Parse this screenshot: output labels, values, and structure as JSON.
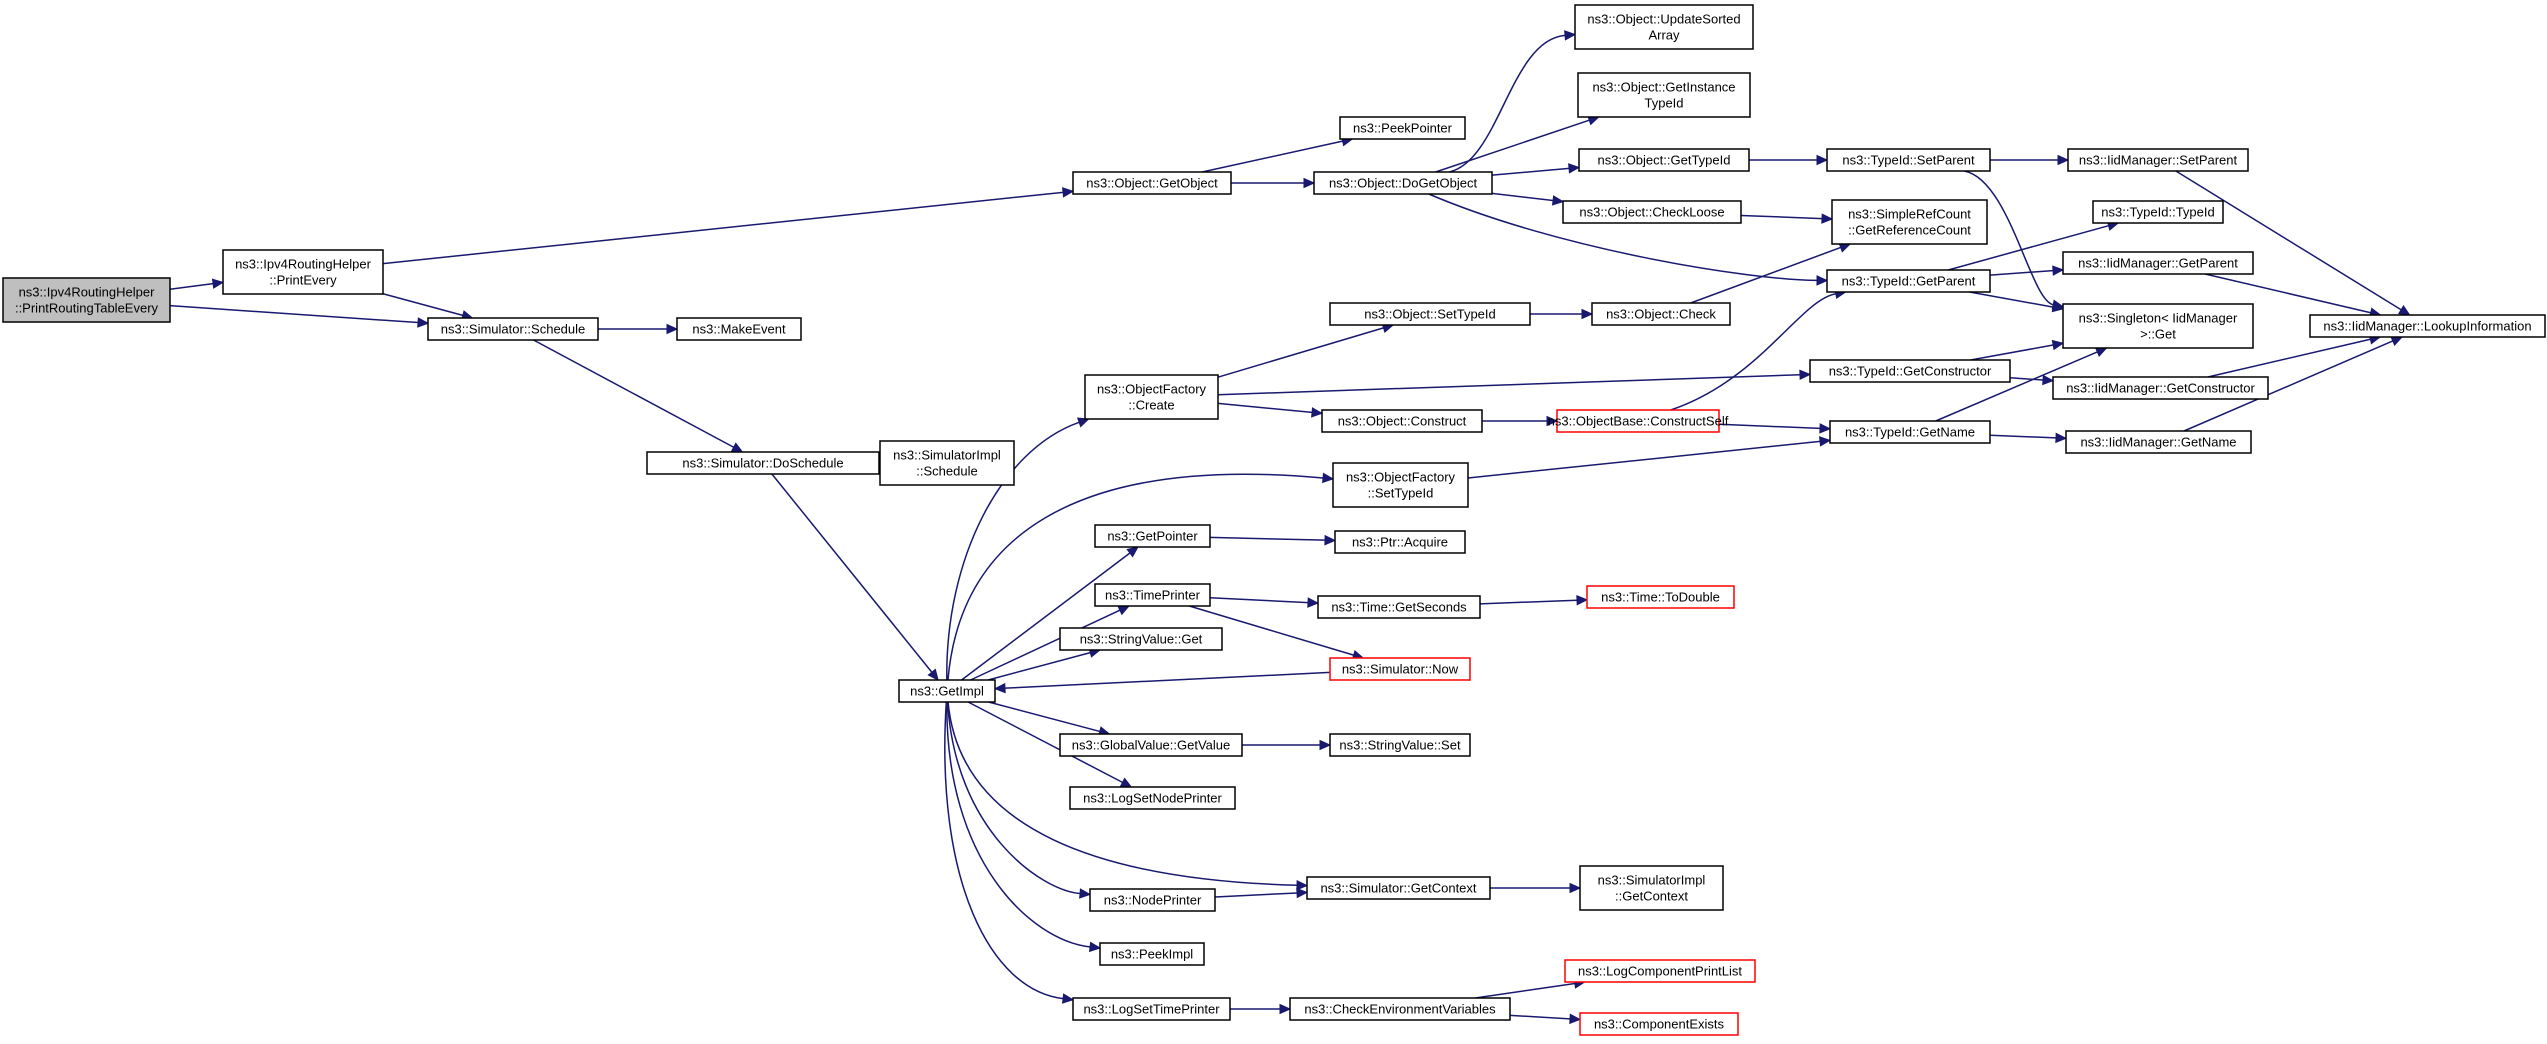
{
  "colors": {
    "edge": "#191970",
    "root_fill": "#bfbfbf",
    "truncated_border": "#ff0000",
    "node_border": "#000000"
  },
  "nodes": [
    {
      "id": "root",
      "lines": [
        "ns3::Ipv4RoutingHelper",
        "::PrintRoutingTableEvery"
      ],
      "kind": "root"
    },
    {
      "id": "printevery",
      "lines": [
        "ns3::Ipv4RoutingHelper",
        "::PrintEvery"
      ]
    },
    {
      "id": "schedule",
      "lines": [
        "ns3::Simulator::Schedule"
      ]
    },
    {
      "id": "getobject",
      "lines": [
        "ns3::Object::GetObject"
      ]
    },
    {
      "id": "makeevent",
      "lines": [
        "ns3::MakeEvent"
      ]
    },
    {
      "id": "doschedule",
      "lines": [
        "ns3::Simulator::DoSchedule"
      ]
    },
    {
      "id": "simimpl_schedule",
      "lines": [
        "ns3::SimulatorImpl",
        "::Schedule"
      ]
    },
    {
      "id": "getimpl",
      "lines": [
        "ns3::GetImpl"
      ]
    },
    {
      "id": "peekpointer",
      "lines": [
        "ns3::PeekPointer"
      ]
    },
    {
      "id": "dogetobject",
      "lines": [
        "ns3::Object::DoGetObject"
      ]
    },
    {
      "id": "updatesorted",
      "lines": [
        "ns3::Object::UpdateSorted",
        "Array"
      ]
    },
    {
      "id": "getinstance",
      "lines": [
        "ns3::Object::GetInstance",
        "TypeId"
      ]
    },
    {
      "id": "obj_gettypeid",
      "lines": [
        "ns3::Object::GetTypeId"
      ]
    },
    {
      "id": "checkloose",
      "lines": [
        "ns3::Object::CheckLoose"
      ]
    },
    {
      "id": "typeid_setparent",
      "lines": [
        "ns3::TypeId::SetParent"
      ]
    },
    {
      "id": "lid_setparent",
      "lines": [
        "ns3::IidManager::SetParent"
      ]
    },
    {
      "id": "simplerefcount",
      "lines": [
        "ns3::SimpleRefCount",
        "::GetReferenceCount"
      ]
    },
    {
      "id": "typeid_typeid",
      "lines": [
        "ns3::TypeId::TypeId"
      ]
    },
    {
      "id": "typeid_getparent",
      "lines": [
        "ns3::TypeId::GetParent"
      ]
    },
    {
      "id": "lid_getparent",
      "lines": [
        "ns3::IidManager::GetParent"
      ]
    },
    {
      "id": "singleton",
      "lines": [
        "ns3::Singleton< IidManager",
        ">::Get"
      ]
    },
    {
      "id": "lookup",
      "lines": [
        "ns3::IidManager::LookupInformation"
      ]
    },
    {
      "id": "settypeid",
      "lines": [
        "ns3::Object::SetTypeId"
      ]
    },
    {
      "id": "obj_check",
      "lines": [
        "ns3::Object::Check"
      ]
    },
    {
      "id": "factory_create",
      "lines": [
        "ns3::ObjectFactory",
        "::Create"
      ]
    },
    {
      "id": "typeid_getconstructor",
      "lines": [
        "ns3::TypeId::GetConstructor"
      ]
    },
    {
      "id": "lid_getconstructor",
      "lines": [
        "ns3::IidManager::GetConstructor"
      ]
    },
    {
      "id": "obj_construct",
      "lines": [
        "ns3::Object::Construct"
      ]
    },
    {
      "id": "constructself",
      "lines": [
        "ns3::ObjectBase::ConstructSelf"
      ],
      "kind": "trunc"
    },
    {
      "id": "typeid_getname",
      "lines": [
        "ns3::TypeId::GetName"
      ]
    },
    {
      "id": "lid_getname",
      "lines": [
        "ns3::IidManager::GetName"
      ]
    },
    {
      "id": "factory_settypeid",
      "lines": [
        "ns3::ObjectFactory",
        "::SetTypeId"
      ]
    },
    {
      "id": "getpointer",
      "lines": [
        "ns3::GetPointer"
      ]
    },
    {
      "id": "ptr_acquire",
      "lines": [
        "ns3::Ptr::Acquire"
      ]
    },
    {
      "id": "timeprinter",
      "lines": [
        "ns3::TimePrinter"
      ]
    },
    {
      "id": "getseconds",
      "lines": [
        "ns3::Time::GetSeconds"
      ]
    },
    {
      "id": "todouble",
      "lines": [
        "ns3::Time::ToDouble"
      ],
      "kind": "trunc"
    },
    {
      "id": "stringvalue_get",
      "lines": [
        "ns3::StringValue::Get"
      ]
    },
    {
      "id": "sim_now",
      "lines": [
        "ns3::Simulator::Now"
      ],
      "kind": "trunc"
    },
    {
      "id": "globalvalue",
      "lines": [
        "ns3::GlobalValue::GetValue"
      ]
    },
    {
      "id": "stringvalue_set",
      "lines": [
        "ns3::StringValue::Set"
      ]
    },
    {
      "id": "lognodeprinter",
      "lines": [
        "ns3::LogSetNodePrinter"
      ]
    },
    {
      "id": "sim_getcontext",
      "lines": [
        "ns3::Simulator::GetContext"
      ]
    },
    {
      "id": "simimpl_getcontext",
      "lines": [
        "ns3::SimulatorImpl",
        "::GetContext"
      ]
    },
    {
      "id": "nodeprinter",
      "lines": [
        "ns3::NodePrinter"
      ]
    },
    {
      "id": "peekimpl",
      "lines": [
        "ns3::PeekImpl"
      ]
    },
    {
      "id": "logtimeprinter",
      "lines": [
        "ns3::LogSetTimePrinter"
      ]
    },
    {
      "id": "checkenv",
      "lines": [
        "ns3::CheckEnvironmentVariables"
      ]
    },
    {
      "id": "logcomponentprint",
      "lines": [
        "ns3::LogComponentPrintList"
      ],
      "kind": "trunc"
    },
    {
      "id": "componentexists",
      "lines": [
        "ns3::ComponentExists"
      ],
      "kind": "trunc"
    }
  ],
  "edges": [
    [
      "root",
      "printevery"
    ],
    [
      "root",
      "schedule"
    ],
    [
      "printevery",
      "getobject"
    ],
    [
      "printevery",
      "schedule"
    ],
    [
      "getobject",
      "peekpointer"
    ],
    [
      "getobject",
      "dogetobject"
    ],
    [
      "schedule",
      "makeevent"
    ],
    [
      "schedule",
      "doschedule"
    ],
    [
      "doschedule",
      "simimpl_schedule"
    ],
    [
      "doschedule",
      "getimpl"
    ],
    [
      "dogetobject",
      "updatesorted"
    ],
    [
      "dogetobject",
      "getinstance"
    ],
    [
      "dogetobject",
      "obj_gettypeid"
    ],
    [
      "dogetobject",
      "checkloose"
    ],
    [
      "dogetobject",
      "typeid_getparent"
    ],
    [
      "obj_gettypeid",
      "typeid_setparent"
    ],
    [
      "checkloose",
      "simplerefcount"
    ],
    [
      "typeid_setparent",
      "lid_setparent"
    ],
    [
      "typeid_setparent",
      "singleton"
    ],
    [
      "lid_setparent",
      "lookup"
    ],
    [
      "typeid_getparent",
      "typeid_typeid"
    ],
    [
      "typeid_getparent",
      "lid_getparent"
    ],
    [
      "typeid_getparent",
      "singleton"
    ],
    [
      "lid_getparent",
      "lookup"
    ],
    [
      "settypeid",
      "obj_check"
    ],
    [
      "obj_check",
      "simplerefcount"
    ],
    [
      "factory_create",
      "settypeid"
    ],
    [
      "factory_create",
      "typeid_getconstructor"
    ],
    [
      "factory_create",
      "obj_construct"
    ],
    [
      "typeid_getconstructor",
      "singleton"
    ],
    [
      "typeid_getconstructor",
      "lid_getconstructor"
    ],
    [
      "lid_getconstructor",
      "lookup"
    ],
    [
      "obj_construct",
      "constructself"
    ],
    [
      "constructself",
      "typeid_getparent"
    ],
    [
      "constructself",
      "typeid_getname"
    ],
    [
      "typeid_getname",
      "singleton"
    ],
    [
      "typeid_getname",
      "lid_getname"
    ],
    [
      "lid_getname",
      "lookup"
    ],
    [
      "factory_settypeid",
      "typeid_getname"
    ],
    [
      "getimpl",
      "factory_create"
    ],
    [
      "getimpl",
      "factory_settypeid"
    ],
    [
      "getimpl",
      "getpointer"
    ],
    [
      "getimpl",
      "timeprinter"
    ],
    [
      "getimpl",
      "stringvalue_get"
    ],
    [
      "getimpl",
      "globalvalue"
    ],
    [
      "getimpl",
      "lognodeprinter"
    ],
    [
      "getimpl",
      "sim_getcontext"
    ],
    [
      "getimpl",
      "nodeprinter"
    ],
    [
      "getimpl",
      "peekimpl"
    ],
    [
      "getimpl",
      "logtimeprinter"
    ],
    [
      "getpointer",
      "ptr_acquire"
    ],
    [
      "timeprinter",
      "getseconds"
    ],
    [
      "timeprinter",
      "sim_now"
    ],
    [
      "getseconds",
      "todouble"
    ],
    [
      "sim_now",
      "getimpl"
    ],
    [
      "globalvalue",
      "stringvalue_set"
    ],
    [
      "sim_getcontext",
      "simimpl_getcontext"
    ],
    [
      "nodeprinter",
      "sim_getcontext"
    ],
    [
      "logtimeprinter",
      "checkenv"
    ],
    [
      "checkenv",
      "logcomponentprint"
    ],
    [
      "checkenv",
      "componentexists"
    ]
  ]
}
